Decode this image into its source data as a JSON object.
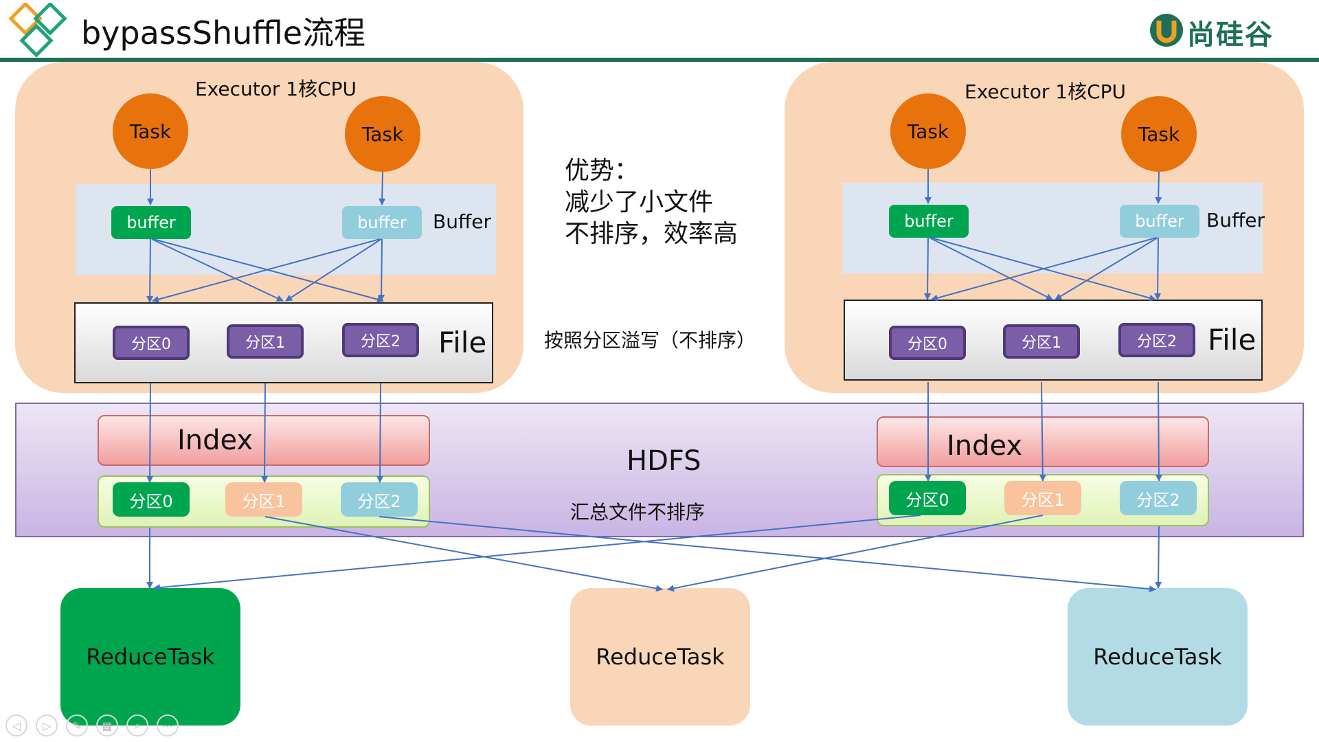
{
  "header": {
    "title": "bypassShuffle流程",
    "brand": "尚硅谷"
  },
  "executors": [
    {
      "label": "Executor 1核CPU",
      "tasks": [
        "Task",
        "Task"
      ],
      "buffers": [
        "buffer",
        "buffer"
      ],
      "buffer_label": "Buffer",
      "file_label": "File",
      "partitions": [
        "分区0",
        "分区1",
        "分区2"
      ]
    },
    {
      "label": "Executor 1核CPU",
      "tasks": [
        "Task",
        "Task"
      ],
      "buffers": [
        "buffer",
        "buffer"
      ],
      "buffer_label": "Buffer",
      "file_label": "File",
      "partitions": [
        "分区0",
        "分区1",
        "分区2"
      ]
    }
  ],
  "advantages": {
    "heading": "优势：",
    "lines": [
      "减少了小文件",
      "不排序，效率高"
    ]
  },
  "spill_note": "按照分区溢写（不排序）",
  "hdfs": {
    "label": "HDFS",
    "note": "汇总文件不排序",
    "index_label": "Index",
    "merged_partitions": [
      "分区0",
      "分区1",
      "分区2"
    ]
  },
  "reduce_tasks": [
    "ReduceTask",
    "ReduceTask",
    "ReduceTask"
  ],
  "colors": {
    "task": "#e8720c",
    "executor_bg": "#fad6b8",
    "partition_green": "#00a550",
    "partition_peach": "#f9c39d",
    "partition_blue": "#92cddc",
    "arrow": "#4472c4",
    "brand": "#1e6e58"
  },
  "icons": [
    "logo-diamonds-icon",
    "brand-u-icon",
    "prev-slide-icon",
    "next-slide-icon",
    "pen-icon",
    "slides-grid-icon",
    "zoom-icon",
    "more-icon"
  ]
}
